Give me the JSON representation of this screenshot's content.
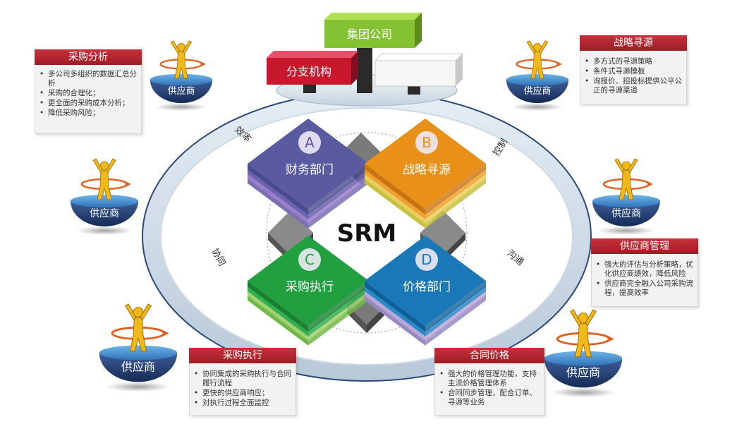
{
  "center": {
    "label": "SRM"
  },
  "org": {
    "group": "集团公司",
    "branch": "分支机构"
  },
  "ring_labels": {
    "efficiency": "效率",
    "control": "控制",
    "collaboration": "协同",
    "communication": "沟通"
  },
  "departments": [
    {
      "letter": "A",
      "name": "财务部门",
      "top": "#5a5aa0",
      "colors": [
        "#4a4a8e",
        "#6a64b0",
        "#9a7ec8",
        "#7a70b4"
      ]
    },
    {
      "letter": "B",
      "name": "战略寻源",
      "top": "#e89018",
      "colors": [
        "#c87410",
        "#f0a030",
        "#e8d060",
        "#c8c040"
      ]
    },
    {
      "letter": "C",
      "name": "采购执行",
      "top": "#22a040",
      "colors": [
        "#188030",
        "#30b050",
        "#a0d070",
        "#70b848"
      ]
    },
    {
      "letter": "D",
      "name": "价格部门",
      "top": "#1a78b8",
      "colors": [
        "#106098",
        "#2a88c8",
        "#b8a8d8",
        "#9888c0"
      ]
    }
  ],
  "supplier_label": "供应商",
  "panels": {
    "purchase_analysis": {
      "title": "采购分析",
      "items": [
        "多公司多组织的数据汇总分析",
        "采购的合理化；",
        "更全面的采购成本分析；",
        "降低采购风险；"
      ]
    },
    "strategic_sourcing": {
      "title": "战略寻源",
      "items": [
        "多方式的寻源策略",
        "条件式寻源模板",
        "询报价、招投标提供公平公正的寻源渠道"
      ]
    },
    "supplier_management": {
      "title": "供应商管理",
      "items": [
        "强大的评估与分析策略，优化供应商绩效，降低风险",
        "供应商完全融入公司采购流程，提高效率"
      ]
    },
    "purchase_execution": {
      "title": "采购执行",
      "items": [
        "协同集成的采购执行与合同履行流程",
        "更快的供应商响应；",
        "对执行过程全面监控"
      ]
    },
    "contract_price": {
      "title": "合同价格",
      "items": [
        "强大的价格管理功能，支持主流价格管理体系",
        "合同同步管理，配合订单、寻源等业务"
      ]
    }
  },
  "colors": {
    "panel_header": "#b22530",
    "ring": "#b8c8d8",
    "bowl": "#1e3a6e",
    "figure": "#f0b818",
    "arrow": "#e06020"
  }
}
